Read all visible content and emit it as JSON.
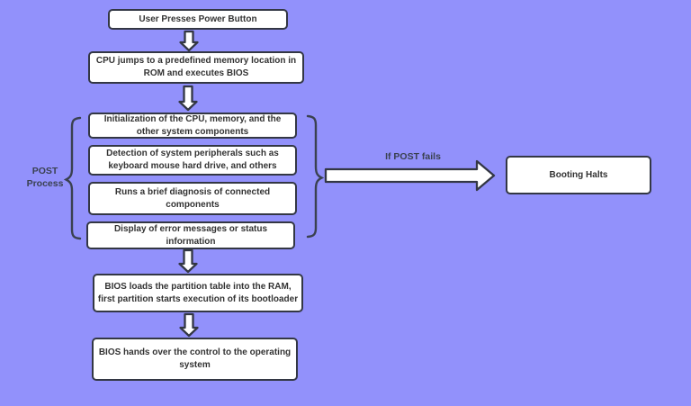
{
  "diagram": {
    "nodes": {
      "power_button": "User Presses Power Button",
      "cpu_jump": "CPU jumps to a predefined memory location in\nROM and executes BIOS",
      "post_init": "Initialization of the CPU, memory, and the\nother system components",
      "post_detect": "Detection of system peripherals such as\nkeyboard mouse hard drive, and others",
      "post_diag": "Runs a brief diagnosis of connected\ncomponents",
      "post_display": "Display of error messages or status\ninformation",
      "bios_loads": "BIOS loads the partition table into the RAM,\nfirst partition starts execution of its bootloader",
      "bios_hands": "BIOS hands over the control to the operating\nsystem",
      "booting_halts": "Booting Halts"
    },
    "labels": {
      "post_process": "POST\nProcess",
      "if_post_fails": "If POST fails"
    },
    "colors": {
      "background": "#9291fb",
      "node_fill": "#ffffff",
      "node_border": "#333744",
      "text": "#333333",
      "connector": "#3a4150"
    }
  }
}
